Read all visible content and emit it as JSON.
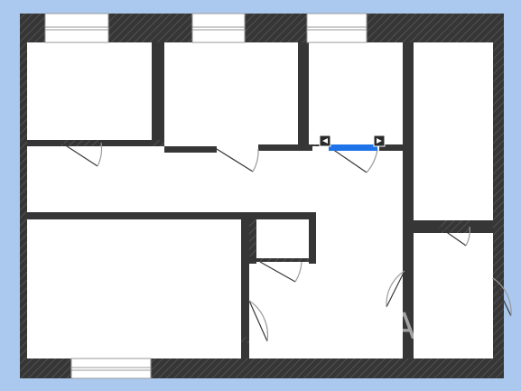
{
  "plan": {
    "background_color": "#abc9ee",
    "wall_color": "#363636",
    "floor_color": "#ffffff",
    "selection_color": "#1f73e8",
    "handle_color": "#2a2a2a"
  },
  "rooms": [
    {
      "id": "room-1",
      "kind": "room"
    },
    {
      "id": "room-2",
      "kind": "room"
    },
    {
      "id": "room-3",
      "kind": "room"
    },
    {
      "id": "room-4",
      "kind": "room"
    },
    {
      "id": "corridor",
      "kind": "corridor"
    },
    {
      "id": "room-5",
      "kind": "room"
    },
    {
      "id": "bathroom",
      "kind": "bathroom"
    },
    {
      "id": "room-6",
      "kind": "room"
    }
  ],
  "windows": [
    {
      "id": "window-top-1"
    },
    {
      "id": "window-top-2"
    },
    {
      "id": "window-top-3"
    },
    {
      "id": "window-bottom"
    }
  ],
  "doors": [
    {
      "id": "door-room-1"
    },
    {
      "id": "door-room-2"
    },
    {
      "id": "door-room-3"
    },
    {
      "id": "door-bathroom"
    },
    {
      "id": "door-room-5"
    },
    {
      "id": "door-room-6"
    },
    {
      "id": "door-room-4"
    },
    {
      "id": "door-right-exterior"
    }
  ],
  "selection": {
    "element": "door-room-3",
    "handles": [
      {
        "id": "left-handle",
        "icon": "arrow-left-icon"
      },
      {
        "id": "right-handle",
        "icon": "arrow-right-icon"
      }
    ]
  },
  "watermark": {
    "text": "ЦИАН",
    "icon": "cian-logo-icon"
  }
}
